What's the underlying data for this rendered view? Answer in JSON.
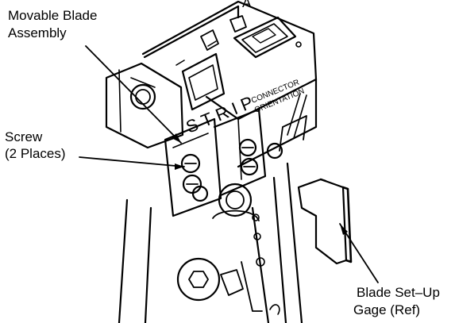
{
  "callouts": {
    "movable_blade": {
      "line1": "Movable Blade",
      "line2": "Assembly"
    },
    "screw": {
      "line1": "Screw",
      "line2": "(2 Places)"
    },
    "gage": {
      "line1": "Blade Set–Up",
      "line2": "Gage (Ref)"
    },
    "partial_top": "A"
  },
  "tool_markings": {
    "strip": "STRIP",
    "connector": "CONNECTOR",
    "orientation": "ORIENTATION"
  },
  "colors": {
    "ink": "#000000",
    "paper": "#ffffff"
  }
}
